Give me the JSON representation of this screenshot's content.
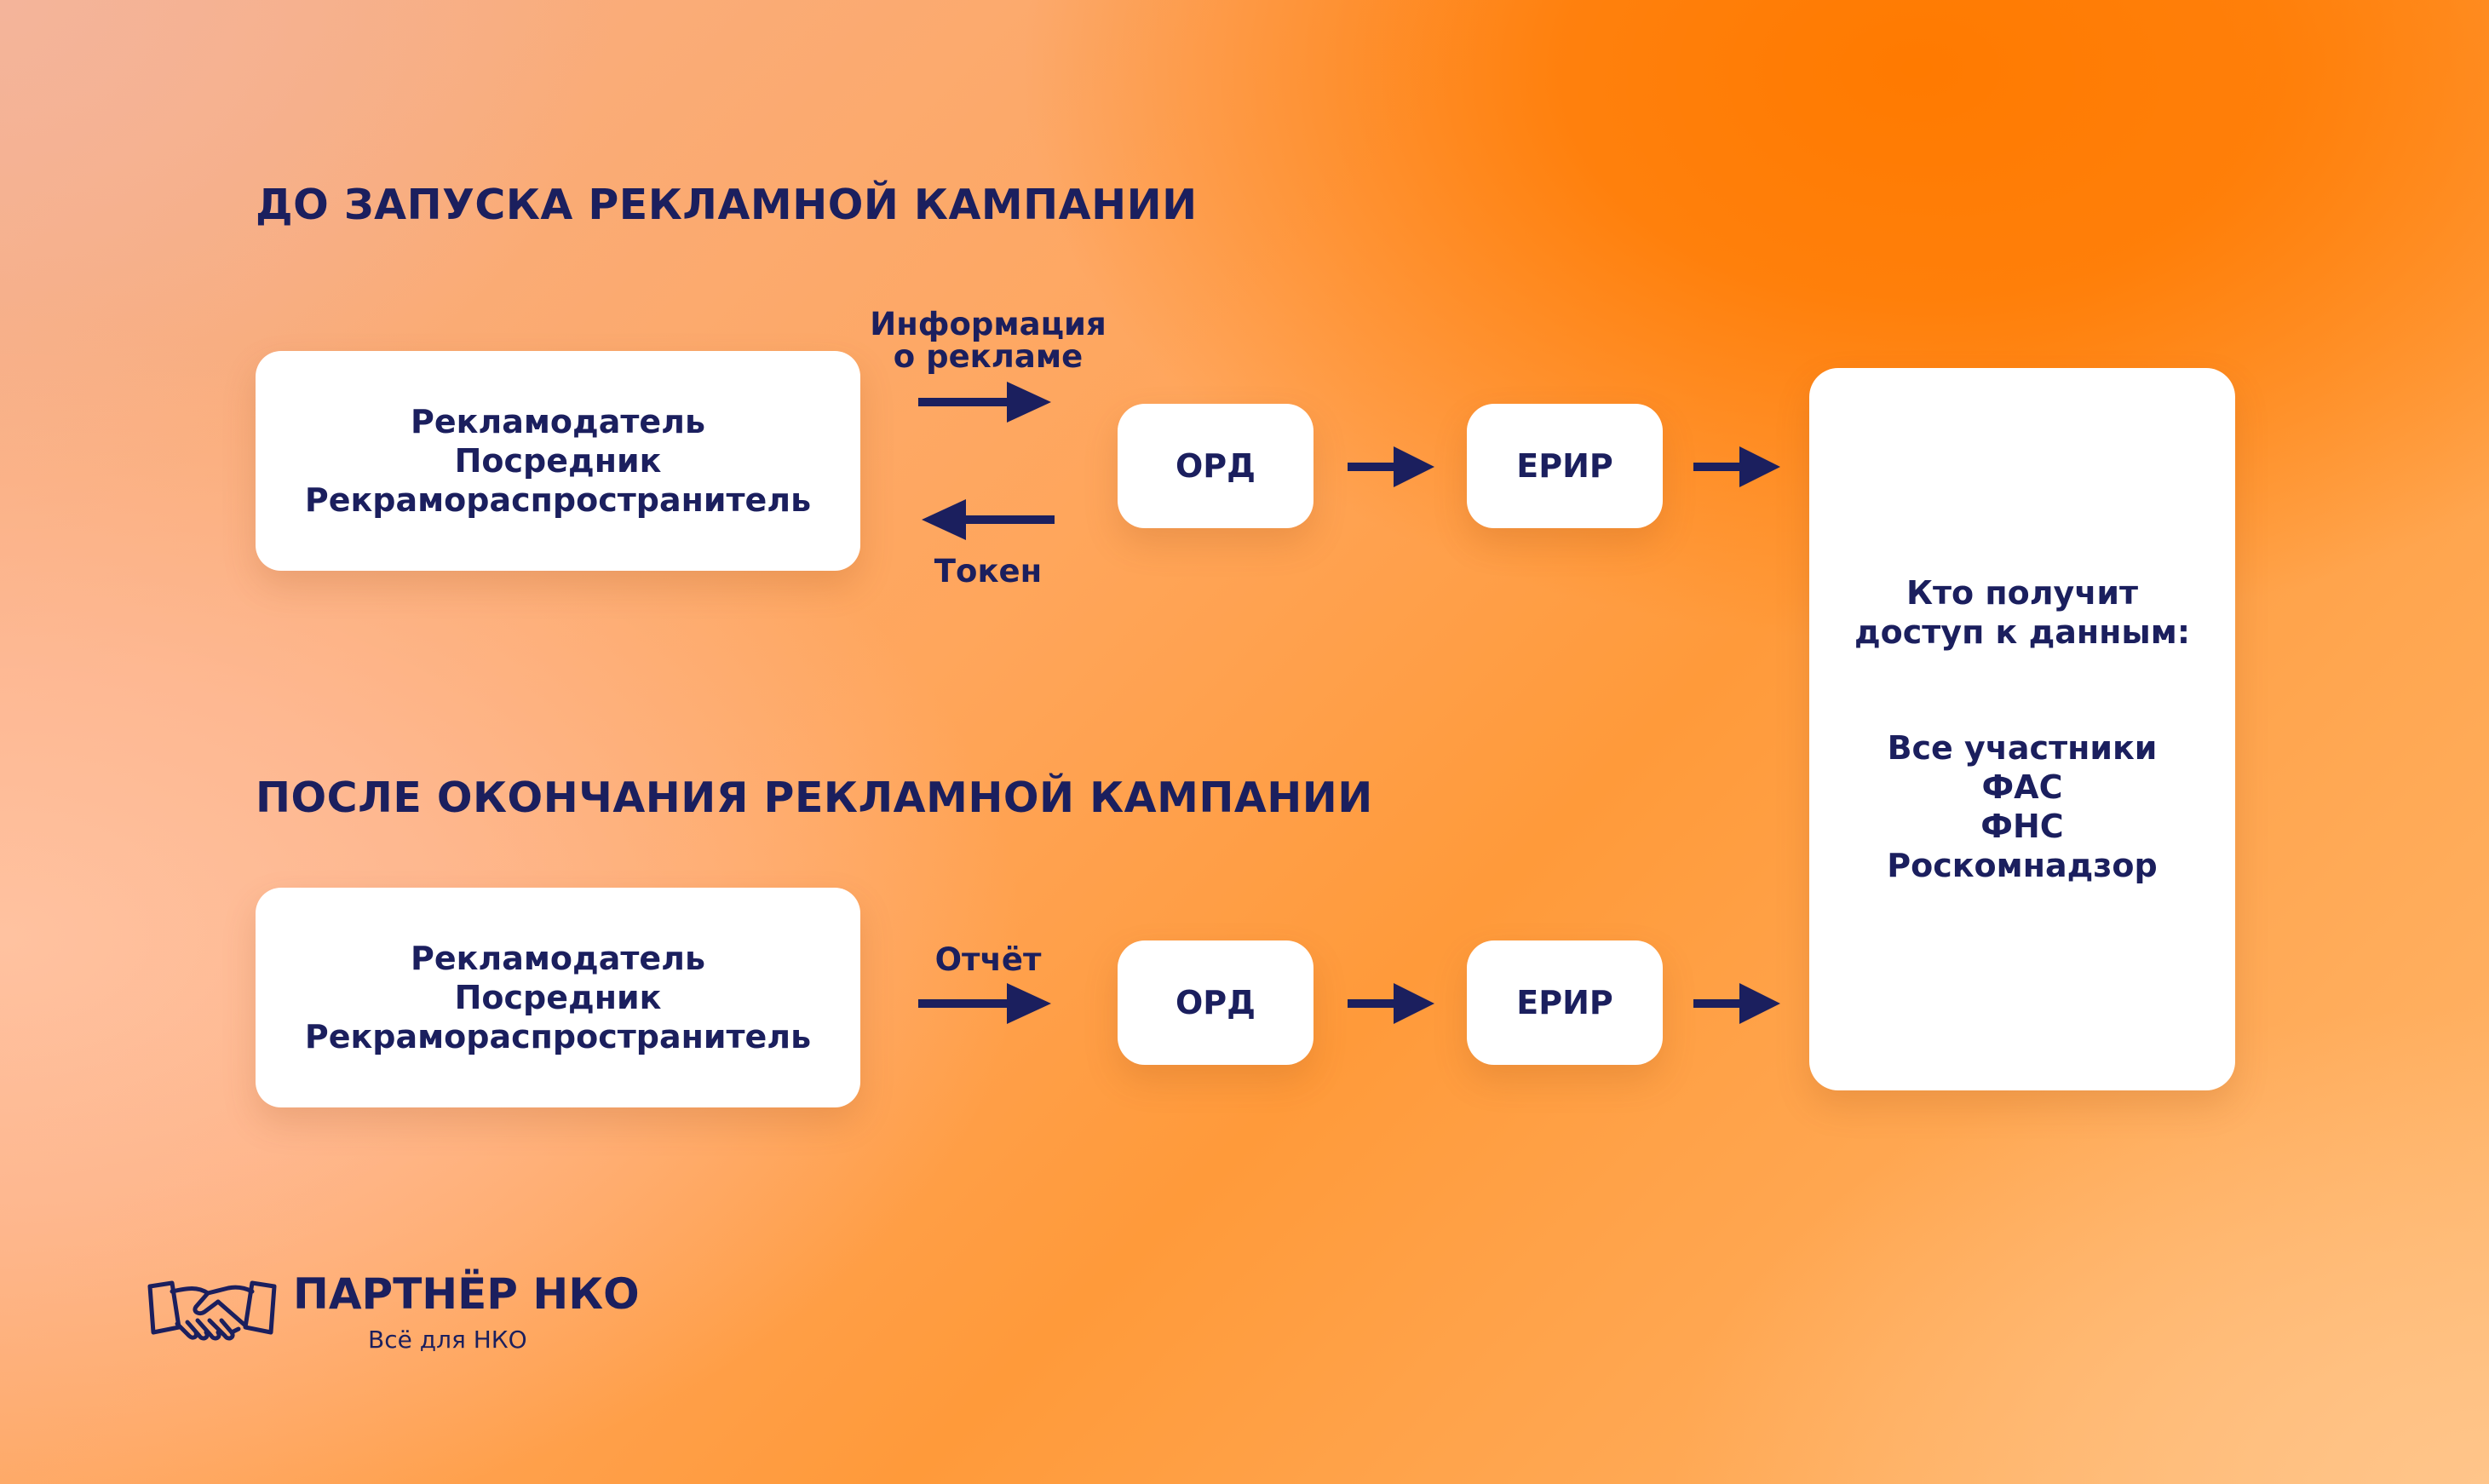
{
  "headings": {
    "before": "ДО ЗАПУСКА РЕКЛАМНОЙ КАМПАНИИ",
    "after": "ПОСЛЕ ОКОНЧАНИЯ РЕКЛАМНОЙ КАМПАНИИ"
  },
  "actors": {
    "line1": "Рекламодатель",
    "line2": "Посредник",
    "line3": "Рекрамораспространитель"
  },
  "nodes": {
    "ord": "ОРД",
    "erir": "ЕРИР"
  },
  "arrow_labels": {
    "info_line1": "Информация",
    "info_line2": "о рекламе",
    "token": "Токен",
    "report": "Отчёт"
  },
  "access": {
    "title_line1": "Кто получит",
    "title_line2": "доступ к данным:",
    "list": [
      "Все участники",
      "ФАС",
      "ФНС",
      "Роскомнадзор"
    ]
  },
  "logo": {
    "title": "ПАРТНЁР НКО",
    "subtitle": "Всё для НКО",
    "icon": "handshake-icon"
  },
  "colors": {
    "ink": "#1b1f5e",
    "box": "#ffffff",
    "accent": "#ff7a00"
  }
}
